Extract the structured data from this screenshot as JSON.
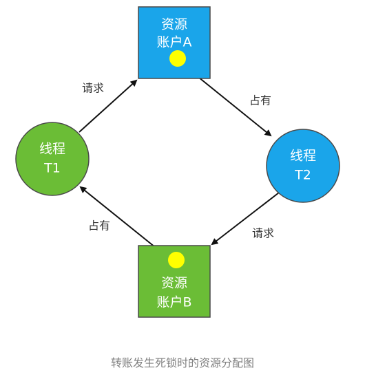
{
  "colors": {
    "resource_a_fill": "#1aa5ea",
    "resource_b_fill": "#6bbd36",
    "thread_t1_fill": "#6bbd36",
    "thread_t2_fill": "#1aa5ea",
    "lock_dot": "#ffff00",
    "border": "#4a4a4a",
    "arrow": "#111111",
    "caption": "#808080"
  },
  "nodes": {
    "resource_a": {
      "line1": "资源",
      "line2": "账户A"
    },
    "resource_b": {
      "line1": "资源",
      "line2": "账户B"
    },
    "thread_t1": {
      "line1": "线程",
      "line2": "T1"
    },
    "thread_t2": {
      "line1": "线程",
      "line2": "T2"
    }
  },
  "edges": {
    "t1_requests_a": "请求",
    "a_held_by_t2": "占有",
    "t2_requests_b": "请求",
    "b_held_by_t1": "占有"
  },
  "caption": "转账发生死锁时的资源分配图"
}
